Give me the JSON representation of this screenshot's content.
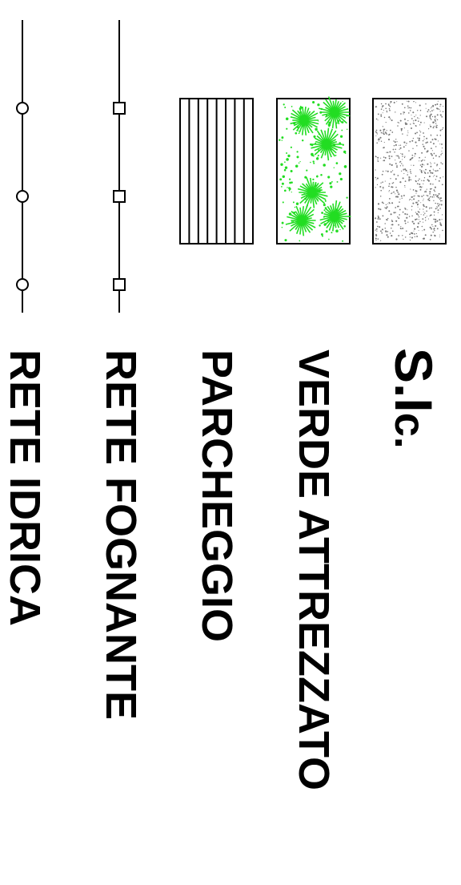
{
  "legend": {
    "title_main": "S.I",
    "title_sub": "c.",
    "items": [
      {
        "label": "VERDE ATTREZZATO",
        "pattern": "green-plants-icon"
      },
      {
        "label": "PARCHEGGIO",
        "pattern": "vertical-stripes"
      },
      {
        "label": "RETE FOGNANTE",
        "pattern": "line-with-square-nodes"
      },
      {
        "label": "RETE IDRICA",
        "pattern": "line-with-circle-nodes"
      }
    ],
    "extra_pattern": "stipple-dots"
  },
  "colors": {
    "line": "#000000",
    "plants": "#22dd22",
    "stipple": "#777777"
  }
}
